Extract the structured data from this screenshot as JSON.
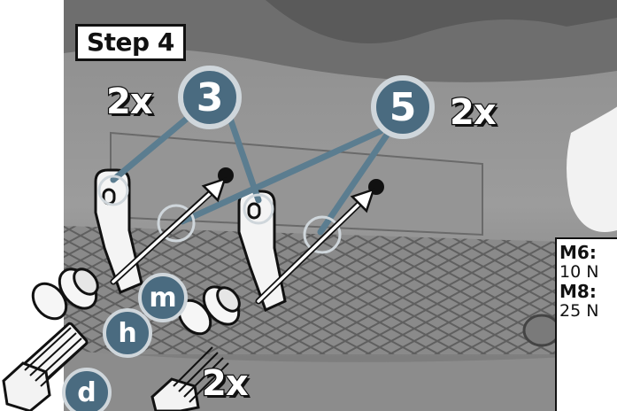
{
  "step_label": "Step 4",
  "callouts": {
    "part_3": "3",
    "part_5": "5",
    "qty_left": "2x",
    "qty_right": "2x",
    "qty_bottom": "2x"
  },
  "hardware_labels": {
    "m": "m",
    "h": "h",
    "d": "d"
  },
  "torque_specs": [
    {
      "label": "M6:",
      "value": "10 N"
    },
    {
      "label": "M8:",
      "value": "25 N"
    }
  ],
  "colors": {
    "callout_fill": "#4a6b80",
    "callout_ring": "#cfd6db",
    "leader_line": "#5b7d90"
  }
}
